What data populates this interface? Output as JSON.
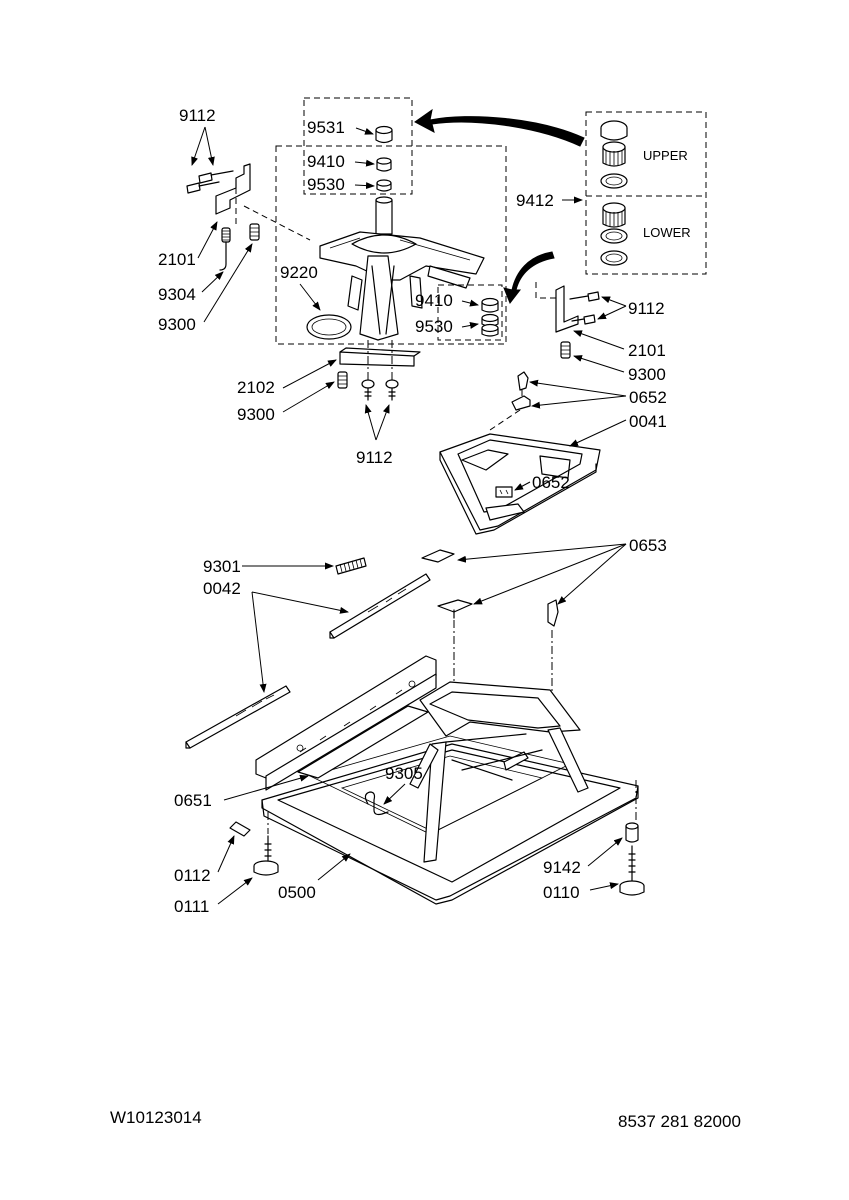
{
  "labels": {
    "l9112_tl": "9112",
    "l2101_l": "2101",
    "l9304": "9304",
    "l9300_l": "9300",
    "l9531": "9531",
    "l9410_t": "9410",
    "l9530_t": "9530",
    "l9220": "9220",
    "l9410_m": "9410",
    "l9530_m": "9530",
    "l9412": "9412",
    "upper": "UPPER",
    "lower": "LOWER",
    "l9112_r": "9112",
    "l2101_r": "2101",
    "l9300_r": "9300",
    "l2102": "2102",
    "l9300_b": "9300",
    "l9112_b": "9112",
    "l0652_a": "0652",
    "l0041": "0041",
    "l0652_b": "0652",
    "l9301": "9301",
    "l0042": "0042",
    "l0653": "0653",
    "l0651": "0651",
    "l9305": "9305",
    "l0112": "0112",
    "l0111": "0111",
    "l0500": "0500",
    "l9142": "9142",
    "l0110": "0110"
  },
  "footer": {
    "left": "W10123014",
    "right": "8537 281 82000"
  }
}
